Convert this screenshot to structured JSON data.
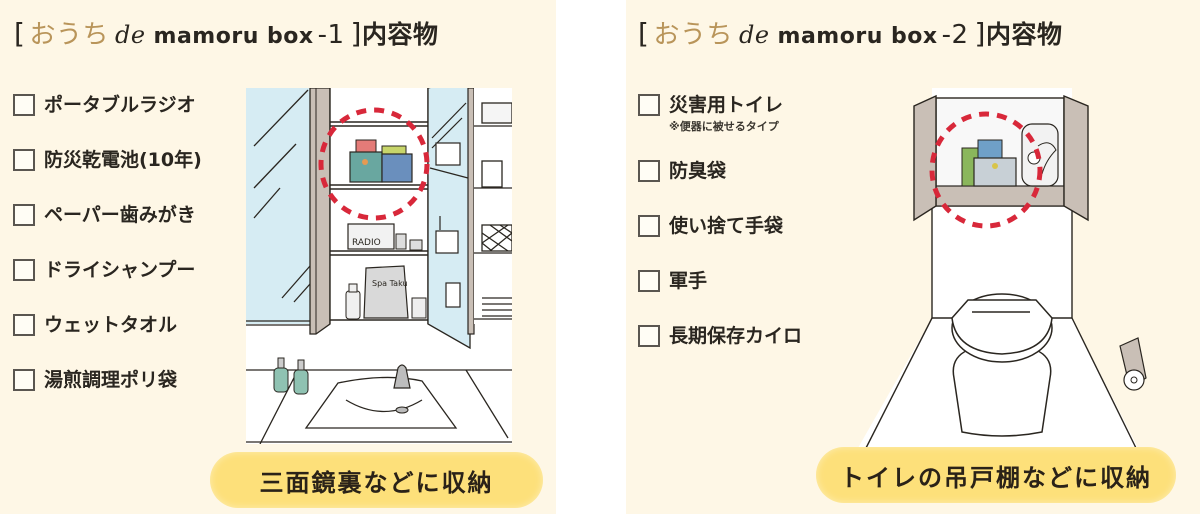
{
  "panels": [
    {
      "title": {
        "bracket_open": "[",
        "ouchi": "おうち",
        "de": "de",
        "brand": "mamoru box",
        "number": "-1",
        "bracket_close": "]",
        "suffix": "内容物"
      },
      "items": [
        {
          "label": "ポータブルラジオ",
          "checked": false
        },
        {
          "label": "防災乾電池(10年)",
          "checked": false
        },
        {
          "label": "ペーパー歯みがき",
          "checked": false
        },
        {
          "label": "ドライシャンプー",
          "checked": false
        },
        {
          "label": "ウェットタオル",
          "checked": false
        },
        {
          "label": "湯煎調理ポリ袋",
          "checked": false
        }
      ],
      "illustration": "bathroom-mirror-cabinet",
      "illustration_text": {
        "radio": "RADIO",
        "bag": "Spa Taku"
      },
      "storage_label": "三面鏡裏などに収納"
    },
    {
      "title": {
        "bracket_open": "[",
        "ouchi": "おうち",
        "de": "de",
        "brand": "mamoru box",
        "number": "-2",
        "bracket_close": "]",
        "suffix": "内容物"
      },
      "items": [
        {
          "label": "災害用トイレ",
          "note": "※便器に被せるタイプ",
          "checked": false
        },
        {
          "label": "防臭袋",
          "checked": false
        },
        {
          "label": "使い捨て手袋",
          "checked": false
        },
        {
          "label": "軍手",
          "checked": false
        },
        {
          "label": "長期保存カイロ",
          "checked": false
        }
      ],
      "illustration": "toilet-overhead-cabinet",
      "storage_label": "トイレの吊戸棚などに収納"
    }
  ],
  "colors": {
    "panel_bg": "#fef7e6",
    "accent_gold": "#b9955a",
    "pill_yellow": "#fde07a",
    "highlight_red": "#d8283a",
    "mirror_blue": "#d6ecf3",
    "cabinet_gray": "#c9bfb6"
  }
}
